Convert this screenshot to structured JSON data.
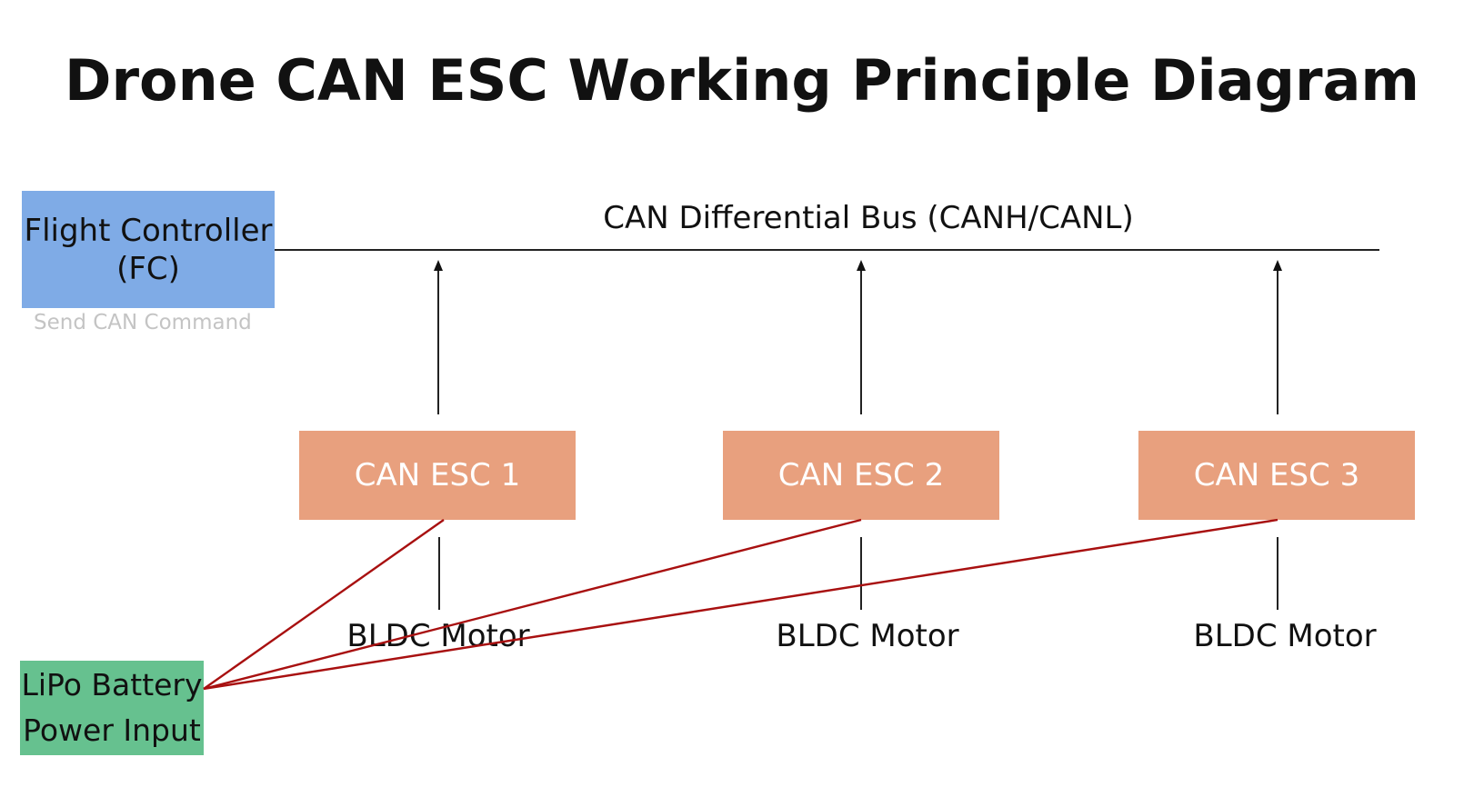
{
  "title": "Drone CAN ESC Working Principle Diagram",
  "flight_controller": {
    "line1": "Flight Controller",
    "line2": "(FC)",
    "caption": "Send CAN Command",
    "fill": "#7fabe6"
  },
  "bus": {
    "label": "CAN Differential Bus (CANH/CANL)",
    "color": "#222222"
  },
  "escs": [
    {
      "label": "CAN ESC 1",
      "motor": "BLDC Motor"
    },
    {
      "label": "CAN ESC 2",
      "motor": "BLDC Motor"
    },
    {
      "label": "CAN ESC 3",
      "motor": "BLDC Motor"
    }
  ],
  "esc_fill": "#e8a07e",
  "battery": {
    "line1": "LiPo Battery",
    "line2": "Power Input",
    "fill": "#66c18f"
  },
  "power_wire_color": "#a81010"
}
